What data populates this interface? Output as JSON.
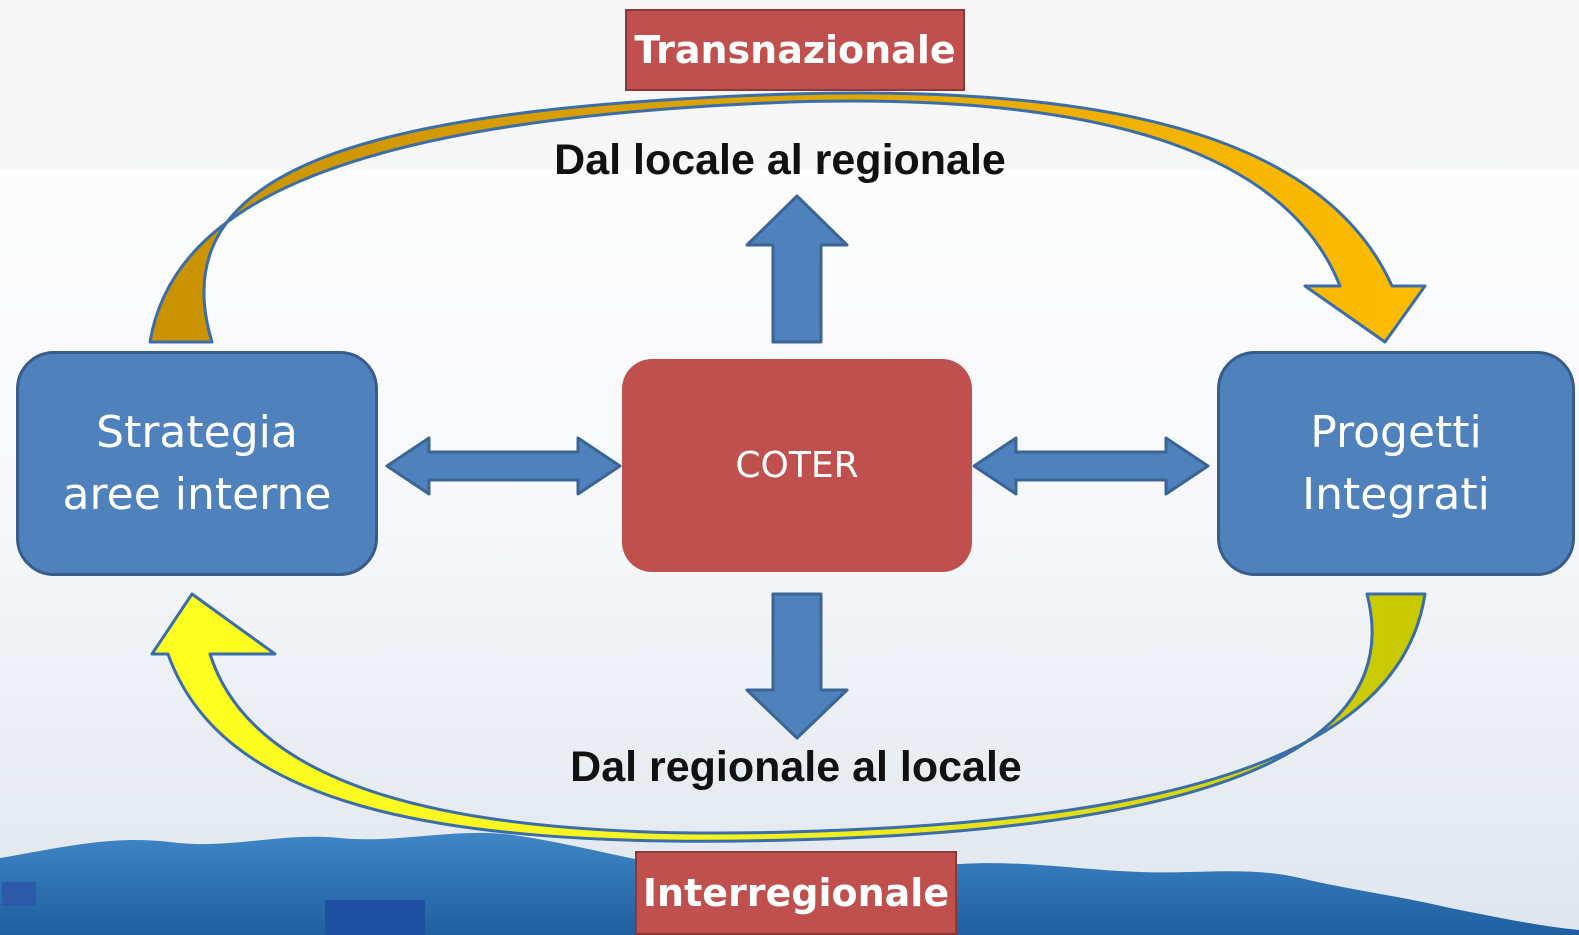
{
  "labels": {
    "top": "Transnazionale",
    "bottom": "Interregionale"
  },
  "flows": {
    "top": "Dal locale al regionale",
    "bottom": "Dal regionale al locale"
  },
  "nodes": {
    "left": {
      "line1": "Strategia",
      "line2": "aree interne"
    },
    "center": "COTER",
    "right": {
      "line1": "Progetti",
      "line2": "Integrati"
    }
  },
  "colors": {
    "node_blue": "#4f81bd",
    "node_red": "#c0504d",
    "arrow_blue": "#4f81bd",
    "arc_top": "#f6b800",
    "arc_bottom": "#ffff33"
  }
}
